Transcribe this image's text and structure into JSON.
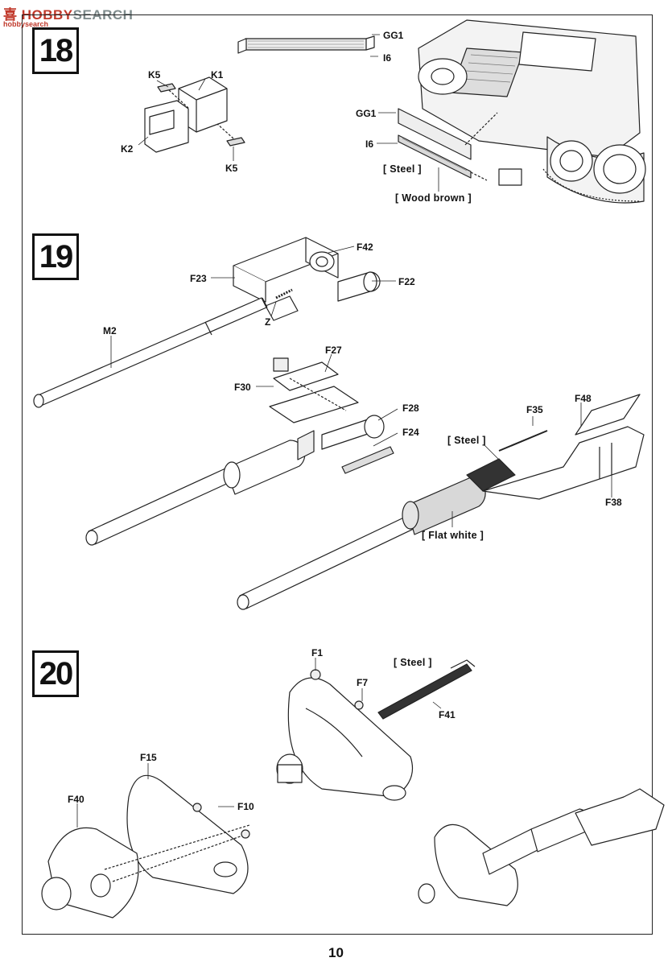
{
  "watermark": {
    "brand_a": "HOBBY",
    "brand_b": "SEARCH",
    "sub": "hobbysearch",
    "logo_glyph": "喜"
  },
  "steps": {
    "s18": "18",
    "s19": "19",
    "s20": "20"
  },
  "labels18": {
    "K5a": "K5",
    "K1": "K1",
    "K2": "K2",
    "K5b": "K5",
    "GG1a": "GG1",
    "I6a": "I6",
    "GG1b": "GG1",
    "I6b": "I6",
    "steel": "[ Steel ]",
    "wood": "[ Wood brown ]"
  },
  "labels19": {
    "F42": "F42",
    "F23": "F23",
    "F22": "F22",
    "Z": "Z",
    "M2": "M2",
    "F27": "F27",
    "F30": "F30",
    "F28": "F28",
    "F24": "F24",
    "F35": "F35",
    "F48": "F48",
    "steel": "[ Steel ]",
    "F38": "F38",
    "flat_white": "[ Flat white ]"
  },
  "labels20": {
    "F1": "F1",
    "steel": "[ Steel ]",
    "F7": "F7",
    "F41": "F41",
    "F15": "F15",
    "F40": "F40",
    "F10": "F10"
  },
  "page_number": "10"
}
